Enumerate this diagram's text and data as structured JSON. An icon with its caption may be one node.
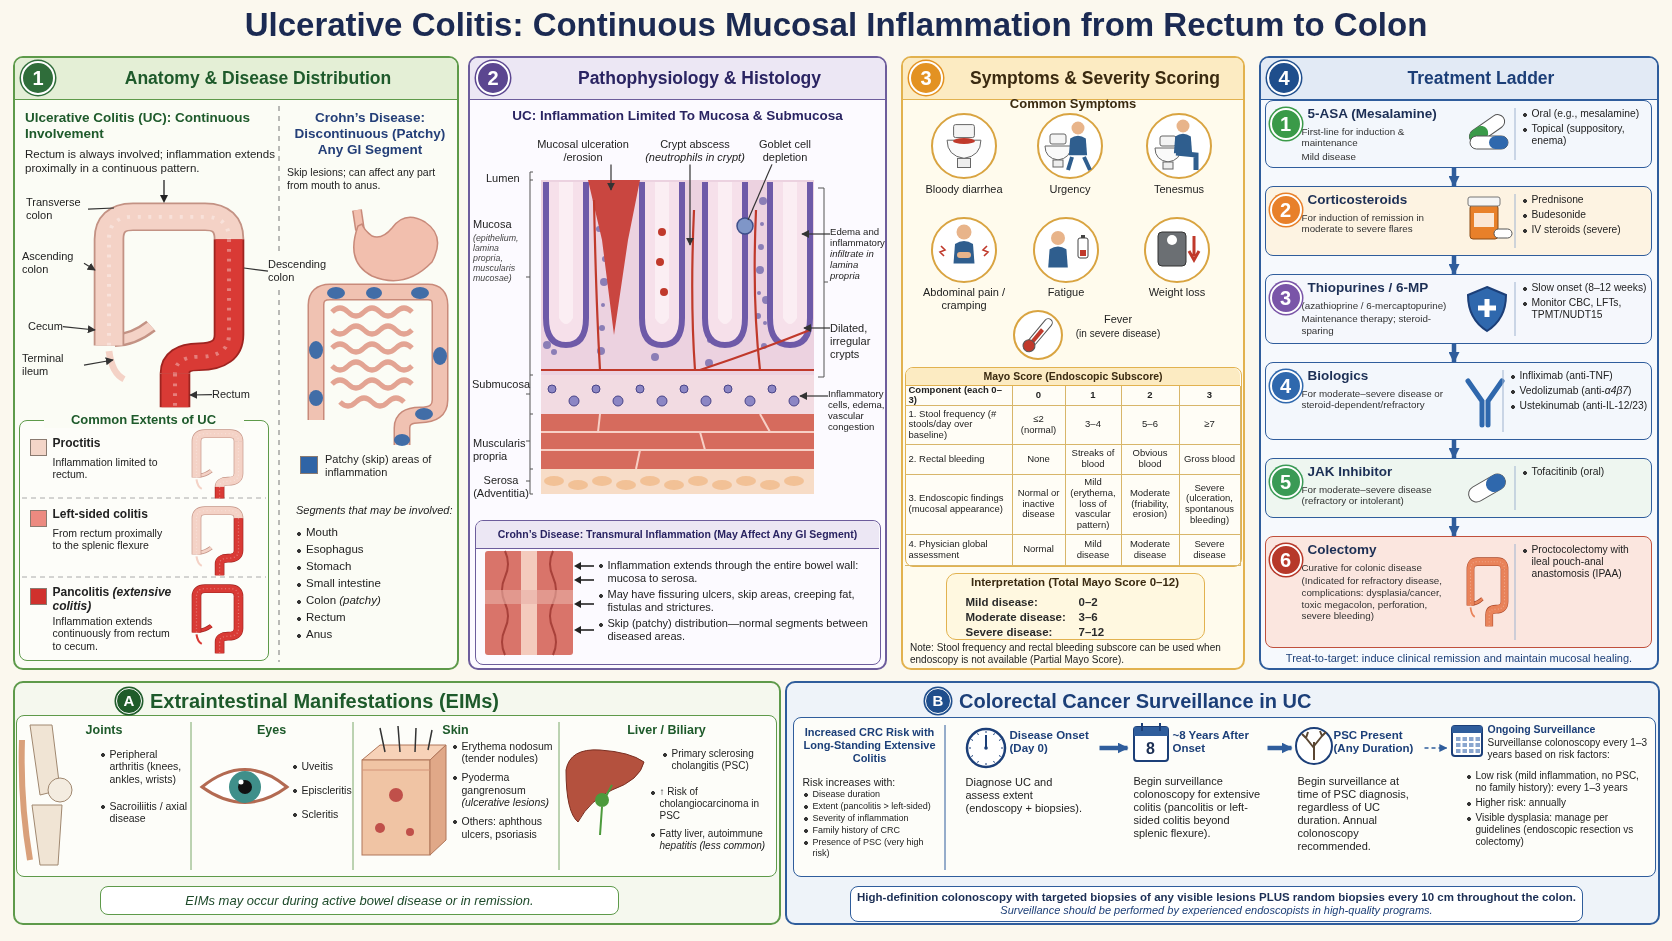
{
  "diagram": {
    "title": "Ulcerative Colitis: Continuous Mucosal Inflammation from Rectum to Colon",
    "nodes": [
      {
        "text": [
          "1",
          "Anatomy & Disease Distribution"
        ]
      },
      {
        "text": [
          "Common Extents of UC"
        ],
        "in": 0
      },
      {
        "text": [
          "Transverse colon"
        ],
        "in": 0
      },
      {
        "text": [
          "Ascending colon"
        ],
        "in": 0
      },
      {
        "text": [
          "Cecum"
        ],
        "in": 0
      },
      {
        "text": [
          "Terminal ileum"
        ],
        "in": 0
      },
      {
        "text": [
          "Descending colon"
        ],
        "in": 0
      },
      {
        "text": [
          "Rectum"
        ],
        "in": 0
      },
      {
        "text": [
          "2",
          "Pathophysiology & Histology"
        ]
      },
      {
        "text": [
          "Mucosal ulceration /erosion"
        ],
        "in": 8
      },
      {
        "text": [
          "Crypt abscess *(neutrophils in crypt)*"
        ],
        "in": 8
      },
      {
        "text": [
          "Goblet cell depletion"
        ],
        "in": 8
      },
      {
        "text": [
          "Edema and inflammatory *infiltrate in lamina propria*"
        ],
        "in": 8
      },
      {
        "text": [
          "Dilated, irregular crypts"
        ],
        "in": 8
      },
      {
        "text": [
          "Inflammatory cells, edema, vascular congestion"
        ],
        "in": 8
      },
      {
        "text": [
          "Crohn’s Disease: Transmural Inflammation (May Affect Any GI Segment)"
        ],
        "in": 8
      },
      {
        "text": [
          "3",
          "Symptoms & Severity Scoring"
        ]
      },
      {
        "text": [
          "Mayo Score (Endoscopic Subscore)"
        ],
        "in": 16
      },
      {
        "text": [
          "Interpretation (Total Mayo Score 0–12)"
        ],
        "in": 16
      },
      {
        "text": [
          "4",
          "Treatment Ladder"
        ]
      },
      {
        "text": [
          "1",
          "5-ASA (Mesalamine)",
          "First-line for induction & maintenance",
          "Mild disease",
          "Oral (e.g., mesalamine)",
          "Topical (suppository, enema)"
        ],
        "in": 19
      },
      {
        "text": [
          "2",
          "Corticosteroids",
          "For induction of remission in moderate to severe flares",
          "Prednisone",
          "Budesonide",
          "IV steroids (severe)"
        ],
        "in": 19
      },
      {
        "text": [
          "3",
          "Thiopurines / 6-MP",
          "(azathioprine / 6-mercaptopurine)",
          "Maintenance therapy; steroid-sparing",
          "Slow onset (8–12 weeks)",
          "Monitor CBC, LFTs, TPMT/NUDT15"
        ],
        "in": 19
      },
      {
        "text": [
          "4",
          "Biologics",
          "For moderate–severe disease or steroid-dependent/refractory",
          "Infliximab (anti-TNF)",
          "Vedolizumab (anti-*α4β7*)",
          "Ustekinumab (anti-IL-12/23)"
        ],
        "in": 19
      },
      {
        "text": [
          "5",
          "JAK Inhibitor",
          "For moderate–severe disease (refractory or intolerant)",
          "Tofacitinib (oral)"
        ],
        "in": 19
      },
      {
        "text": [
          "6",
          "Colectomy",
          "Curative for colonic disease",
          "(Indicated for refractory disease, complications: dysplasia/cancer, toxic megacolon, perforation, severe bleeding)",
          "Proctocolectomy with ileal pouch-anal anastomosis (IPAA)"
        ],
        "in": 19
      },
      {
        "text": [
          "A",
          "Extraintestinal Manifestations (EIMs)"
        ]
      },
      {
        "text": [
          "Joints",
          "Eyes",
          "Skin",
          "Liver / Biliary"
        ],
        "in": 26
      },
      {
        "text": [
          "EIMs may occur during active bowel disease or in remission."
        ],
        "in": 26
      },
      {
        "text": [
          "B",
          "Colorectal Cancer Surveillance in UC"
        ]
      },
      {
        "text": [
          "Increased CRC Risk with Long-Standing Extensive Colitis"
        ],
        "in": 29
      },
      {
        "text": [
          "Disease Onset (Day 0)",
          "Diagnose UC and assess extent (endoscopy + biopsies)."
        ],
        "in": 30
      },
      {
        "text": [
          "~8 Years After Onset",
          "Begin surveillance colonoscopy for extensive colitis (pancolitis or left-sided colitis beyond splenic flexure)."
        ],
        "in": 30
      },
      {
        "text": [
          "PSC Present (Any Duration)",
          "Begin surveillance at time of PSC diagnosis, regardless of UC duration. Annual colonoscopy recommended."
        ],
        "in": 30
      },
      {
        "text": [
          "Ongoing Surveillance",
          "Surveillanse colonoscopy every 1–3 years based on risk factors:",
          "Low risk (mild inflammation, no PSC, no family history): every 1–3 years",
          "Higher risk: annually",
          "Visible dysplasia: manage per guidelines (endoscopic resection vs colectomy)"
        ],
        "in": 30
      },
      {
        "text": [
          "High-definition colonoscopy with targeted biopsies of any visible lesions PLUS random biopsies every 10 cm throughout the colon.",
          "Surveillance should be performed by experienced endoscopists in high-quality programs."
        ],
        "in": 29
      },
      {
        "text": [],
        "shape": "picture",
        "in": 0
      }
    ],
    "edges": [
      {
        "from": 2,
        "to": 36,
        "arrow": "none"
      },
      {
        "from": 3,
        "to": 36,
        "arrow": "to"
      },
      {
        "from": 4,
        "to": 36,
        "arrow": "to"
      },
      {
        "from": 5,
        "to": 36,
        "arrow": "to"
      },
      {
        "from": 6,
        "to": 36,
        "arrow": "none"
      },
      {
        "from": 7,
        "to": 36,
        "arrow": "to"
      },
      {
        "from": 9,
        "to": null,
        "arrow": "to"
      },
      {
        "from": 10,
        "to": null,
        "arrow": "to"
      },
      {
        "from": 11,
        "to": null,
        "arrow": "none"
      },
      {
        "from": 12,
        "to": null,
        "arrow": "to"
      },
      {
        "from": 13,
        "to": null,
        "arrow": "to"
      },
      {
        "from": 14,
        "to": null,
        "arrow": "to"
      },
      {
        "from": 20,
        "to": 21,
        "arrow": "to",
        "style": "thick",
        "color": "#2f5d9c"
      },
      {
        "from": 21,
        "to": 22,
        "arrow": "to",
        "style": "thick",
        "color": "#2f5d9c"
      },
      {
        "from": 22,
        "to": 23,
        "arrow": "to",
        "style": "thick",
        "color": "#2f5d9c"
      },
      {
        "from": 23,
        "to": 24,
        "arrow": "to",
        "style": "thick",
        "color": "#2f5d9c"
      },
      {
        "from": 24,
        "to": 25,
        "arrow": "to",
        "style": "thick",
        "color": "#2f5d9c"
      },
      {
        "from": 31,
        "to": 32,
        "arrow": "to",
        "style": "thick",
        "color": "#2f5d9c"
      },
      {
        "from": 32,
        "to": 33,
        "arrow": "to",
        "style": "thick",
        "color": "#2f5d9c"
      },
      {
        "from": 33,
        "to": 34,
        "arrow": "to",
        "style": "dashed",
        "color": "#2f5d9c"
      }
    ],
    "labels": [
      "Ulcerative Colitis (UC): Continuous Involvement",
      "Rectum is always involved; inflammation extends proximally in a continuous pattern.",
      "Crohn’s Disease: Discontinuous (Patchy) Any GI Segment",
      "Skip lesions; can affect any part from mouth to anus.",
      "Inflammation limited to rectum.",
      "From rectum proximally to the splenic flexure",
      "Inflammation extends continuously from rectum to cecum.",
      "Segments that may be involved:",
      "Mouth",
      "Esophagus",
      "Stomach",
      "Small intestine",
      "Colon *(patchy)*",
      "Rectum",
      "Anus",
      "UC: Inflammation Limited To Mucosa & Submucosa",
      "Lumen",
      "Mucosa",
      "(epithelium, lamina propria, muscularis mucosae)",
      "Submucosa",
      "Muscularis propria",
      "Serosa (Adventitia)",
      "Inflammation extends through the entire bowel wall: mucosa to serosa.",
      "May have fissuring ulcers, skip areas, creeping fat, fistulas and strictures.",
      "Skip (patchy) distribution—normal segments between diseased areas.",
      "Common Symptoms",
      "Bloody diarrhea",
      "Urgency",
      "Tenesmus",
      "Abdominal pain / cramping",
      "Fatigue",
      "Weight loss",
      "Fever",
      "(in severe disease)",
      "Component (each 0–3)",
      "0",
      "1",
      "2",
      "3",
      "1. Stool frequency (# stools/day over baseline)",
      "≤2 (normal)",
      "3–4",
      "5–6",
      "≥7",
      "2. Rectal bleeding",
      "None",
      "Streaks of blood",
      "Obvious blood",
      "Gross blood",
      "3. Endoscopic findings (mucosal appearance)",
      "Normal or inactive disease",
      "Mild (erythema, loss of vascular pattern)",
      "Moderate (friability, erosion)",
      "Severe (ulceration, spontanous bleeding)",
      "4. Physician global assessment",
      "Normal",
      "Mild disease",
      "Moderate disease",
      "Severe disease",
      "Mild disease:",
      "0–2",
      "Moderate disease:",
      "3–6",
      "Severe disease:",
      "7–12",
      "Note: Stool frequency and rectal bleeding subscore can be used when endoscopy is not available (Partial Mayo Score).",
      "Treat-to-target: induce clinical remission and maintain mucosal healing.",
      "Peripheral arthritis (knees, ankles, wrists)",
      "Sacroiliitis / axial disease",
      "Uveitis",
      "Episcleritis",
      "Scleritis",
      "Erythema nodosum (tender nodules)",
      "Pyoderma gangrenosum *(ulcerative lesions)*",
      "Others: aphthous ulcers, psoriasis",
      "Primary sclerosing cholangitis (PSC)",
      "↑ Risk of cholangiocarcinoma in PSC",
      "Fatty liver, autoimmune *hepatitis (less common)*",
      "Risk increases with:",
      "Disease duration",
      "Extent (pancolitis > left-sided)",
      "Severity of inflammation",
      "Family history of CRC",
      "Presence of PSC (very high risk)",
      "8"
    ],
    "legend": [
      {
        "text": "Proctitis",
        "color": "#f3d5c8"
      },
      {
        "text": "Left-sided colitis",
        "color": "#ec8a80"
      },
      {
        "text": "Pancolitis *(extensive colitis)*",
        "color": "#d0312d"
      },
      {
        "text": "Patchy (skip) areas of inflammation",
        "color": "#2f64a6"
      }
    ]
  }
}
